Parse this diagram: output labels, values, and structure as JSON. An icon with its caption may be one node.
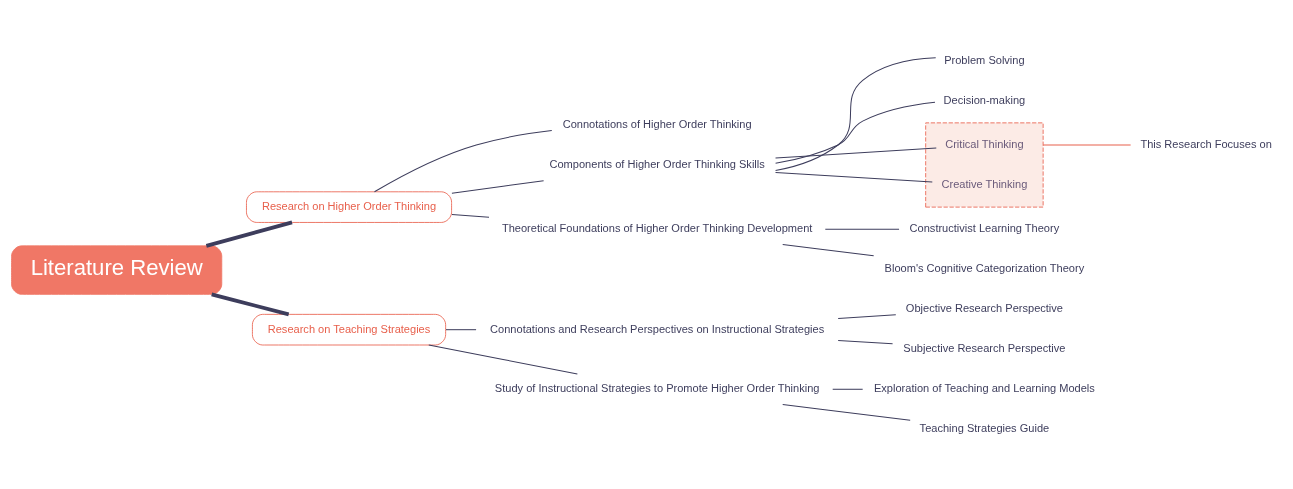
{
  "diagram": {
    "nodes": [
      {
        "text": [
          "Literature Review"
        ]
      },
      {
        "text": [
          "Research on Higher Order Thinking"
        ]
      },
      {
        "text": [
          "Connotations of Higher Order Thinking"
        ]
      },
      {
        "text": [
          "Components of Higher Order Thinking Skills"
        ]
      },
      {
        "text": [
          "Problem Solving"
        ]
      },
      {
        "text": [
          "Decision-making"
        ]
      },
      {
        "text": [],
        "shape": "box"
      },
      {
        "text": [
          "Critical Thinking"
        ],
        "in": 6
      },
      {
        "text": [
          "Creative Thinking"
        ],
        "in": 6
      },
      {
        "text": [
          "This Research Focuses on"
        ]
      },
      {
        "text": [
          "Theoretical Foundations of Higher Order Thinking Development"
        ]
      },
      {
        "text": [
          "Constructivist Learning Theory"
        ]
      },
      {
        "text": [
          "Bloom's Cognitive Categorization Theory"
        ]
      },
      {
        "text": [
          "Research on Teaching Strategies"
        ]
      },
      {
        "text": [
          "Connotations and Research Perspectives on Instructional Strategies"
        ]
      },
      {
        "text": [
          "Objective Research Perspective"
        ]
      },
      {
        "text": [
          "Subjective Research Perspective"
        ]
      },
      {
        "text": [
          "Study of Instructional Strategies to Promote Higher Order Thinking"
        ]
      },
      {
        "text": [
          "Exploration of Teaching and Learning Models"
        ]
      },
      {
        "text": [
          "Teaching Strategies Guide"
        ]
      }
    ],
    "edges": [
      {
        "from": 0,
        "to": 1,
        "arrow": "none",
        "style": "thick"
      },
      {
        "from": 0,
        "to": 13,
        "arrow": "none",
        "style": "thick"
      },
      {
        "from": 1,
        "to": 2,
        "arrow": "none"
      },
      {
        "from": 1,
        "to": 3,
        "arrow": "none"
      },
      {
        "from": 1,
        "to": 10,
        "arrow": "none"
      },
      {
        "from": 3,
        "to": 4,
        "arrow": "none"
      },
      {
        "from": 3,
        "to": 5,
        "arrow": "none"
      },
      {
        "from": 3,
        "to": 7,
        "arrow": "none"
      },
      {
        "from": 3,
        "to": 8,
        "arrow": "none"
      },
      {
        "from": 6,
        "to": 9,
        "arrow": "none",
        "color": "#e8604c"
      },
      {
        "from": 10,
        "to": 11,
        "arrow": "none"
      },
      {
        "from": 10,
        "to": 12,
        "arrow": "none"
      },
      {
        "from": 13,
        "to": 14,
        "arrow": "none"
      },
      {
        "from": 13,
        "to": 17,
        "arrow": "none"
      },
      {
        "from": 14,
        "to": 15,
        "arrow": "none"
      },
      {
        "from": 14,
        "to": 16,
        "arrow": "none"
      },
      {
        "from": 17,
        "to": 18,
        "arrow": "none"
      },
      {
        "from": 17,
        "to": 19,
        "arrow": "none"
      }
    ]
  }
}
